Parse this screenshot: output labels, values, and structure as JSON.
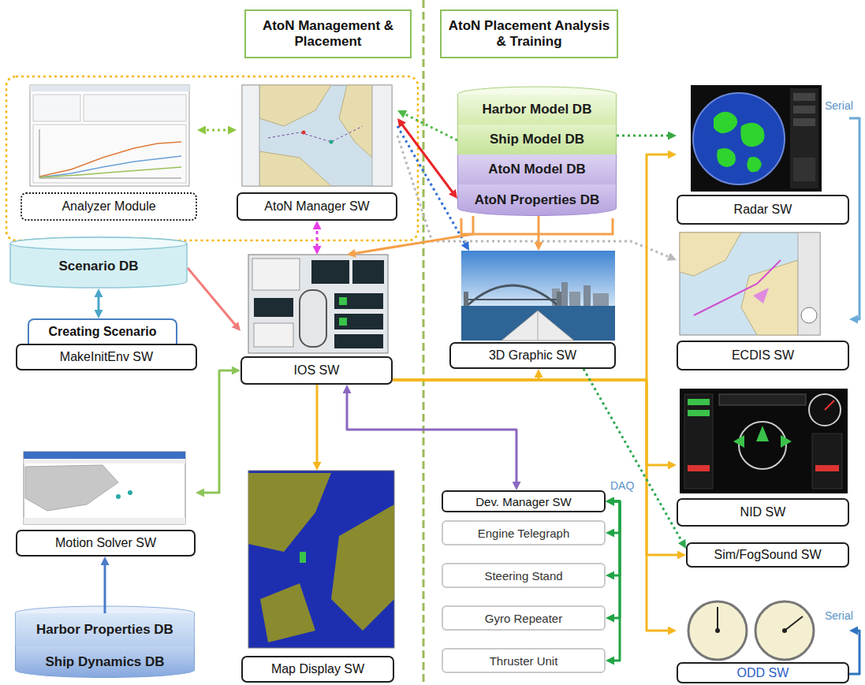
{
  "diagram": {
    "nodes": [
      {
        "text": [
          "AtoN Management & Placement"
        ]
      },
      {
        "text": [
          "AtoN Placement Analysis & Training"
        ]
      },
      {
        "text": [
          "Analyzer Module"
        ]
      },
      {
        "text": [
          "AtoN Manager SW"
        ]
      },
      {
        "text": [
          "Harbor Model DB"
        ]
      },
      {
        "text": [
          "Ship Model DB"
        ]
      },
      {
        "text": [
          "AtoN Model DB"
        ]
      },
      {
        "text": [
          "AtoN Properties DB"
        ]
      },
      {
        "text": [
          "Radar SW"
        ]
      },
      {
        "text": [
          "Scenario DB"
        ]
      },
      {
        "text": [
          "Creating Scenario"
        ]
      },
      {
        "text": [
          "MakeInitEnv SW"
        ]
      },
      {
        "text": [
          "IOS SW"
        ]
      },
      {
        "text": [
          "3D Graphic SW"
        ]
      },
      {
        "text": [
          "ECDIS SW"
        ]
      },
      {
        "text": [
          "Dev. Manager SW"
        ]
      },
      {
        "text": [
          "Engine Telegraph"
        ]
      },
      {
        "text": [
          "Steering Stand"
        ]
      },
      {
        "text": [
          "Gyro Repeater"
        ]
      },
      {
        "text": [
          "Thruster Unit"
        ]
      },
      {
        "text": [
          "NID SW"
        ]
      },
      {
        "text": [
          "Sim/FogSound SW"
        ]
      },
      {
        "text": [
          "Motion Solver SW"
        ]
      },
      {
        "text": [
          "Harbor Properties DB"
        ]
      },
      {
        "text": [
          "Ship Dynamics DB"
        ]
      },
      {
        "text": [
          "Map Display SW"
        ]
      },
      {
        "text": [
          "ODD SW"
        ]
      }
    ],
    "edges": [
      {
        "from": 2,
        "to": 3,
        "arrow": "both"
      },
      {
        "from": 5,
        "to": 3,
        "arrow": "to"
      },
      {
        "from": 3,
        "to": 7,
        "arrow": "both"
      },
      {
        "from": 3,
        "to": 13,
        "arrow": "to"
      },
      {
        "from": 3,
        "to": 14,
        "arrow": "to"
      },
      {
        "from": 5,
        "to": 8,
        "arrow": "to"
      },
      {
        "from": 3,
        "to": 12,
        "arrow": "both"
      },
      {
        "from": 7,
        "to": 12,
        "arrow": "to"
      },
      {
        "from": 7,
        "to": 13,
        "arrow": "to"
      },
      {
        "from": 9,
        "to": 10,
        "arrow": "both"
      },
      {
        "from": 9,
        "to": 12,
        "arrow": "to"
      },
      {
        "from": 22,
        "to": 12,
        "arrow": "both"
      },
      {
        "from": 23,
        "to": 22,
        "arrow": "to"
      },
      {
        "from": 12,
        "to": 25,
        "arrow": "to"
      },
      {
        "from": 12,
        "to": 15,
        "arrow": "both"
      },
      {
        "from": 12,
        "to": 8,
        "arrow": "to"
      },
      {
        "from": 12,
        "to": 13,
        "arrow": "to"
      },
      {
        "from": 12,
        "to": 20,
        "arrow": "to"
      },
      {
        "from": 12,
        "to": 21,
        "arrow": "to"
      },
      {
        "from": 12,
        "to": 26,
        "arrow": "to"
      },
      {
        "from": 13,
        "to": 21,
        "arrow": "to"
      },
      {
        "from": 8,
        "to": 14,
        "label": "Serial",
        "arrow": "to"
      },
      {
        "from": 26,
        "to": 26,
        "label": "Serial",
        "arrow": "to"
      },
      {
        "from": 15,
        "to": 16,
        "arrow": "both"
      },
      {
        "from": 15,
        "to": 17,
        "arrow": "both"
      },
      {
        "from": 15,
        "to": 18,
        "arrow": "both"
      },
      {
        "from": 15,
        "to": 19,
        "arrow": "both"
      }
    ],
    "labels": [
      "DAQ"
    ]
  }
}
